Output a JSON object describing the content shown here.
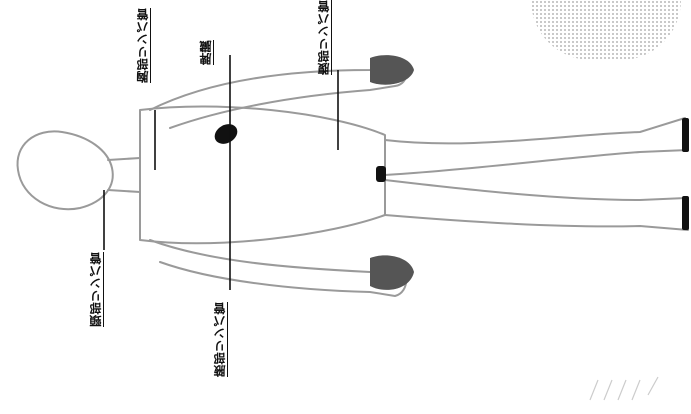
{
  "labels": {
    "neck_lymph": "頸部リンパ管",
    "chest_lymph": "胸部リンパ管",
    "spleen": "脾臓",
    "abdominal_lymph": "腹部リンパ管",
    "axillary_lymph": "腋部リンパ管"
  }
}
